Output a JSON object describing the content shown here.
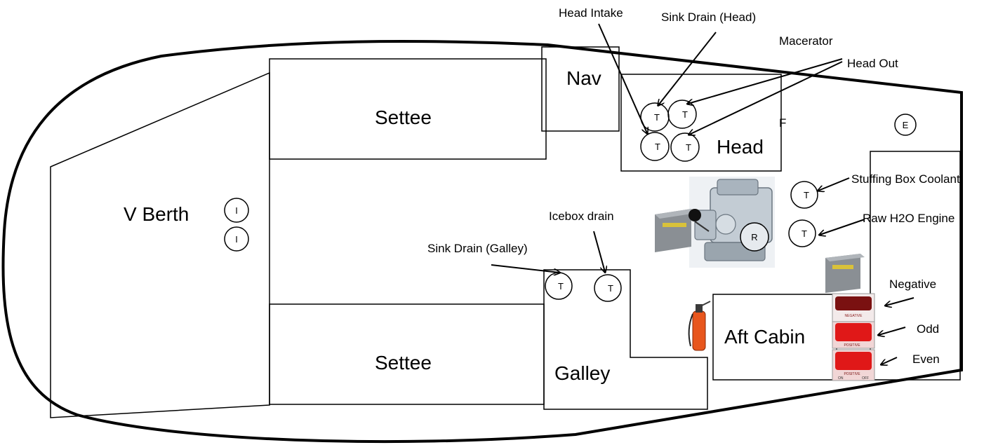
{
  "rooms": {
    "v_berth": "V Berth",
    "settee_top": "Settee",
    "settee_bottom": "Settee",
    "nav": "Nav",
    "head": "Head",
    "galley": "Galley",
    "aft_cabin": "Aft Cabin"
  },
  "callouts": {
    "head_intake": "Head Intake",
    "sink_drain_head": "Sink Drain (Head)",
    "macerator": "Macerator",
    "head_out": "Head Out",
    "stuffing_box_coolant": "Stuffing Box Coolant",
    "raw_h2o_engine": "Raw H2O Engine",
    "icebox_drain": "Icebox drain",
    "sink_drain_galley": "Sink Drain (Galley)",
    "negative": "Negative",
    "odd": "Odd",
    "even": "Even"
  },
  "markers": {
    "thruhull": "T",
    "intake": "I",
    "exhaust": "E",
    "raw": "R",
    "stray_letter": "F"
  },
  "switch_labels": {
    "negative": "NEGATIVE",
    "positive": "POSITIVE",
    "on": "ON",
    "off": "OFF"
  },
  "colors": {
    "extinguisher": "#e8561d",
    "switch_red": "#e01818",
    "battery_gray": "#8a8f94"
  }
}
